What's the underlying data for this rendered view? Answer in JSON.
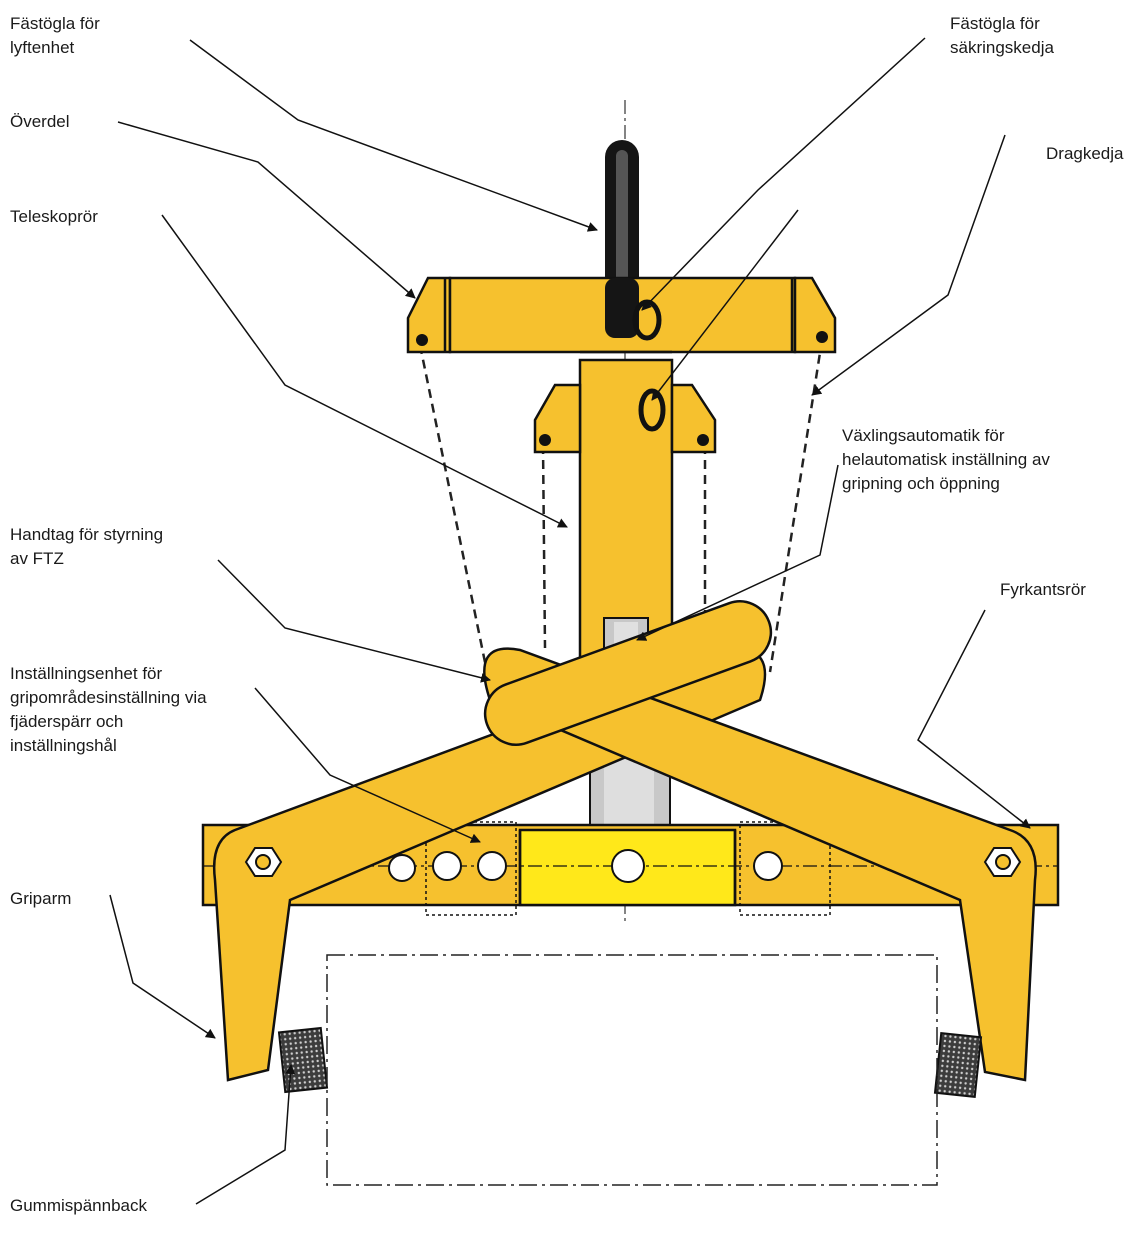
{
  "colors": {
    "yellow": "#f6c12e",
    "bright_yellow": "#ffe81a",
    "outline": "#111111",
    "grey": "#c8c8c8",
    "rubber": "#4a4a4a"
  },
  "labels": {
    "fastogla_lyft": [
      "Fästögla för",
      "lyftenhet"
    ],
    "fastogla_sakring": [
      "Fästögla för",
      "säkringskedja"
    ],
    "overdel": [
      "Överdel"
    ],
    "dragkedja": [
      "Dragkedja"
    ],
    "teleskoprор": [
      "Teleskoprör"
    ],
    "vaxlingsautomatik": [
      "Växlingsautomatik för",
      "helautomatisk inställning av",
      "gripning och öppning"
    ],
    "handtag": [
      "Handtag för styrning",
      "av FTZ"
    ],
    "fyrkantsror": [
      "Fyrkantsrör"
    ],
    "installningsenhet": [
      "Inställningsenhet för",
      "gripområdesinställning via",
      "fjäderspärr och",
      "inställningshål"
    ],
    "griparm": [
      "Griparm"
    ],
    "gummi": [
      "Gummispännback"
    ]
  }
}
